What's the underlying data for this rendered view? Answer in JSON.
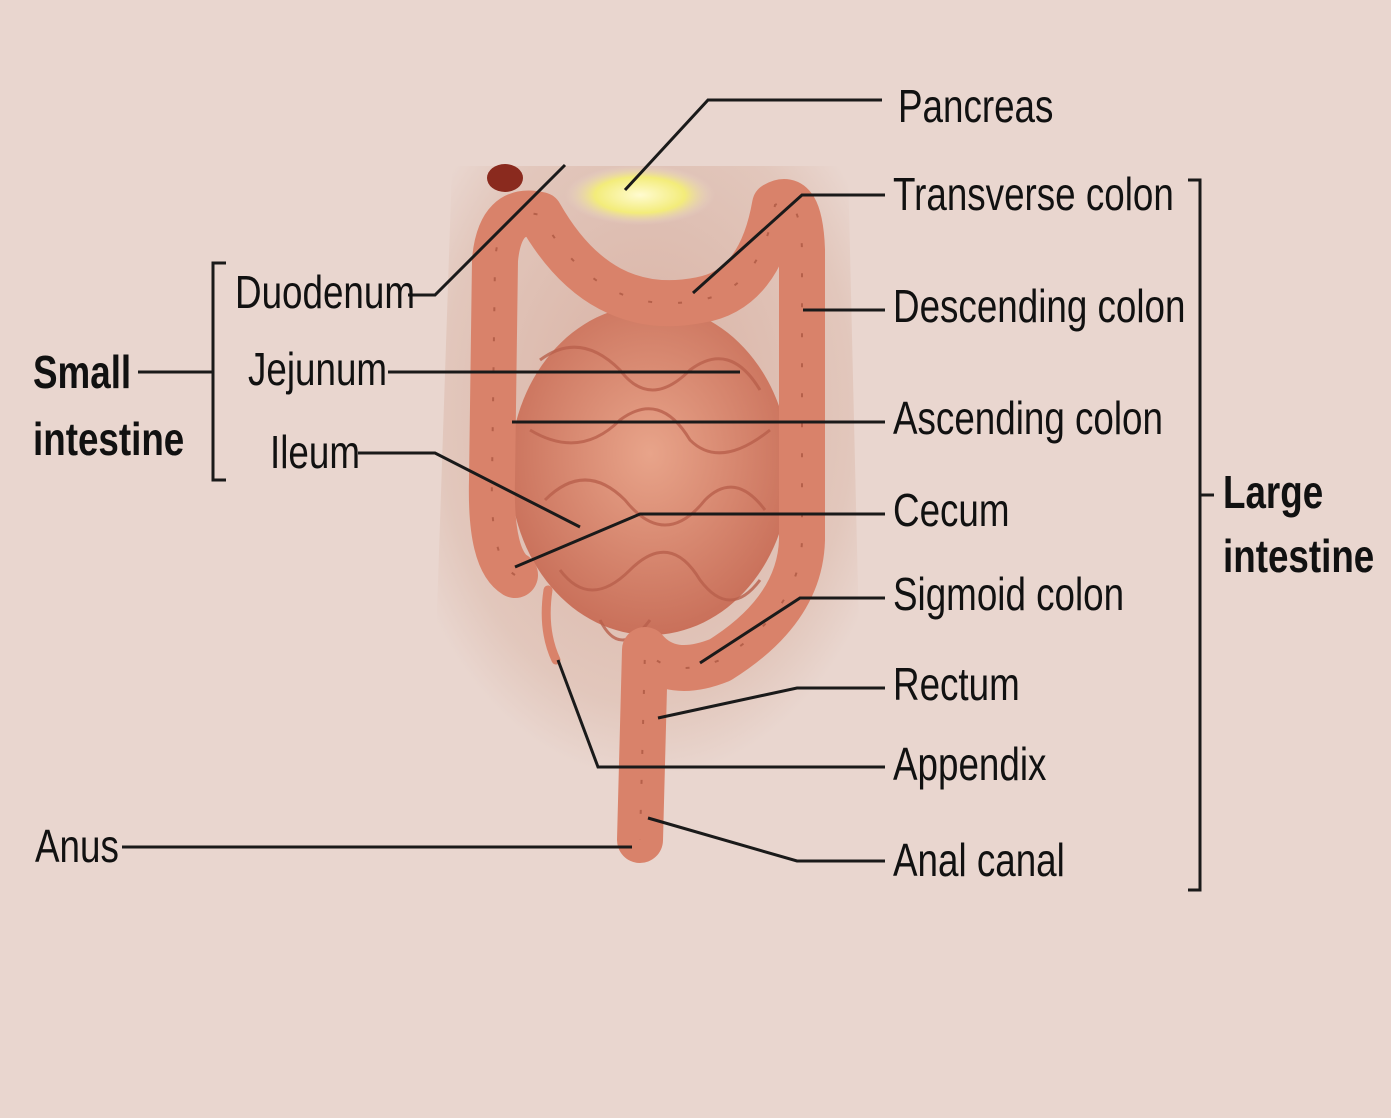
{
  "title": "Small and large intestine anatomy",
  "labels": {
    "pancreas": "Pancreas",
    "transverse_colon": "Transverse colon",
    "descending_colon": "Descending colon",
    "ascending_colon": "Ascending colon",
    "cecum": "Cecum",
    "sigmoid_colon": "Sigmoid colon",
    "rectum": "Rectum",
    "appendix": "Appendix",
    "anal_canal": "Anal canal",
    "duodenum": "Duodenum",
    "jejunum": "Jejunum",
    "ileum": "Ileum",
    "anus": "Anus"
  },
  "groups": {
    "small_intestine": [
      "Small",
      "intestine"
    ],
    "large_intestine": [
      "Large",
      "intestine"
    ]
  },
  "colors": {
    "background": "#e9d6cf",
    "intestine": "#d9826a",
    "pancreas_highlight": "#f3ec7a"
  }
}
